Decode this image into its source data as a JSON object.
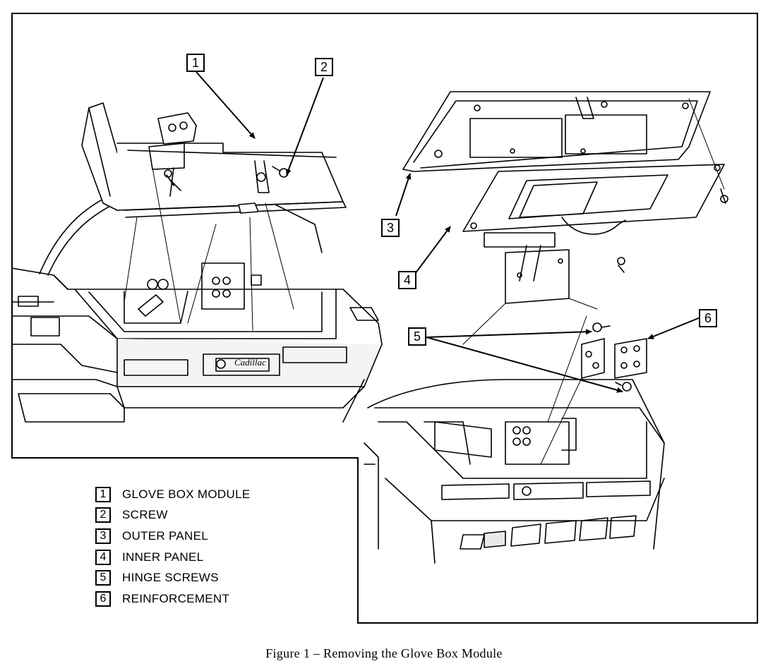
{
  "callouts": [
    {
      "number": "1"
    },
    {
      "number": "2"
    },
    {
      "number": "3"
    },
    {
      "number": "4"
    },
    {
      "number": "5"
    },
    {
      "number": "6"
    }
  ],
  "legend": [
    {
      "number": "1",
      "label": "GLOVE BOX MODULE"
    },
    {
      "number": "2",
      "label": "SCREW"
    },
    {
      "number": "3",
      "label": "OUTER PANEL"
    },
    {
      "number": "4",
      "label": "INNER PANEL"
    },
    {
      "number": "5",
      "label": "HINGE SCREWS"
    },
    {
      "number": "6",
      "label": "REINFORCEMENT"
    }
  ],
  "dash_badge": "Cadillac",
  "caption": "Figure 1 – Removing the Glove Box Module",
  "colors": {
    "ink": "#000000",
    "paper": "#ffffff",
    "shade": "#e9e9e9"
  }
}
